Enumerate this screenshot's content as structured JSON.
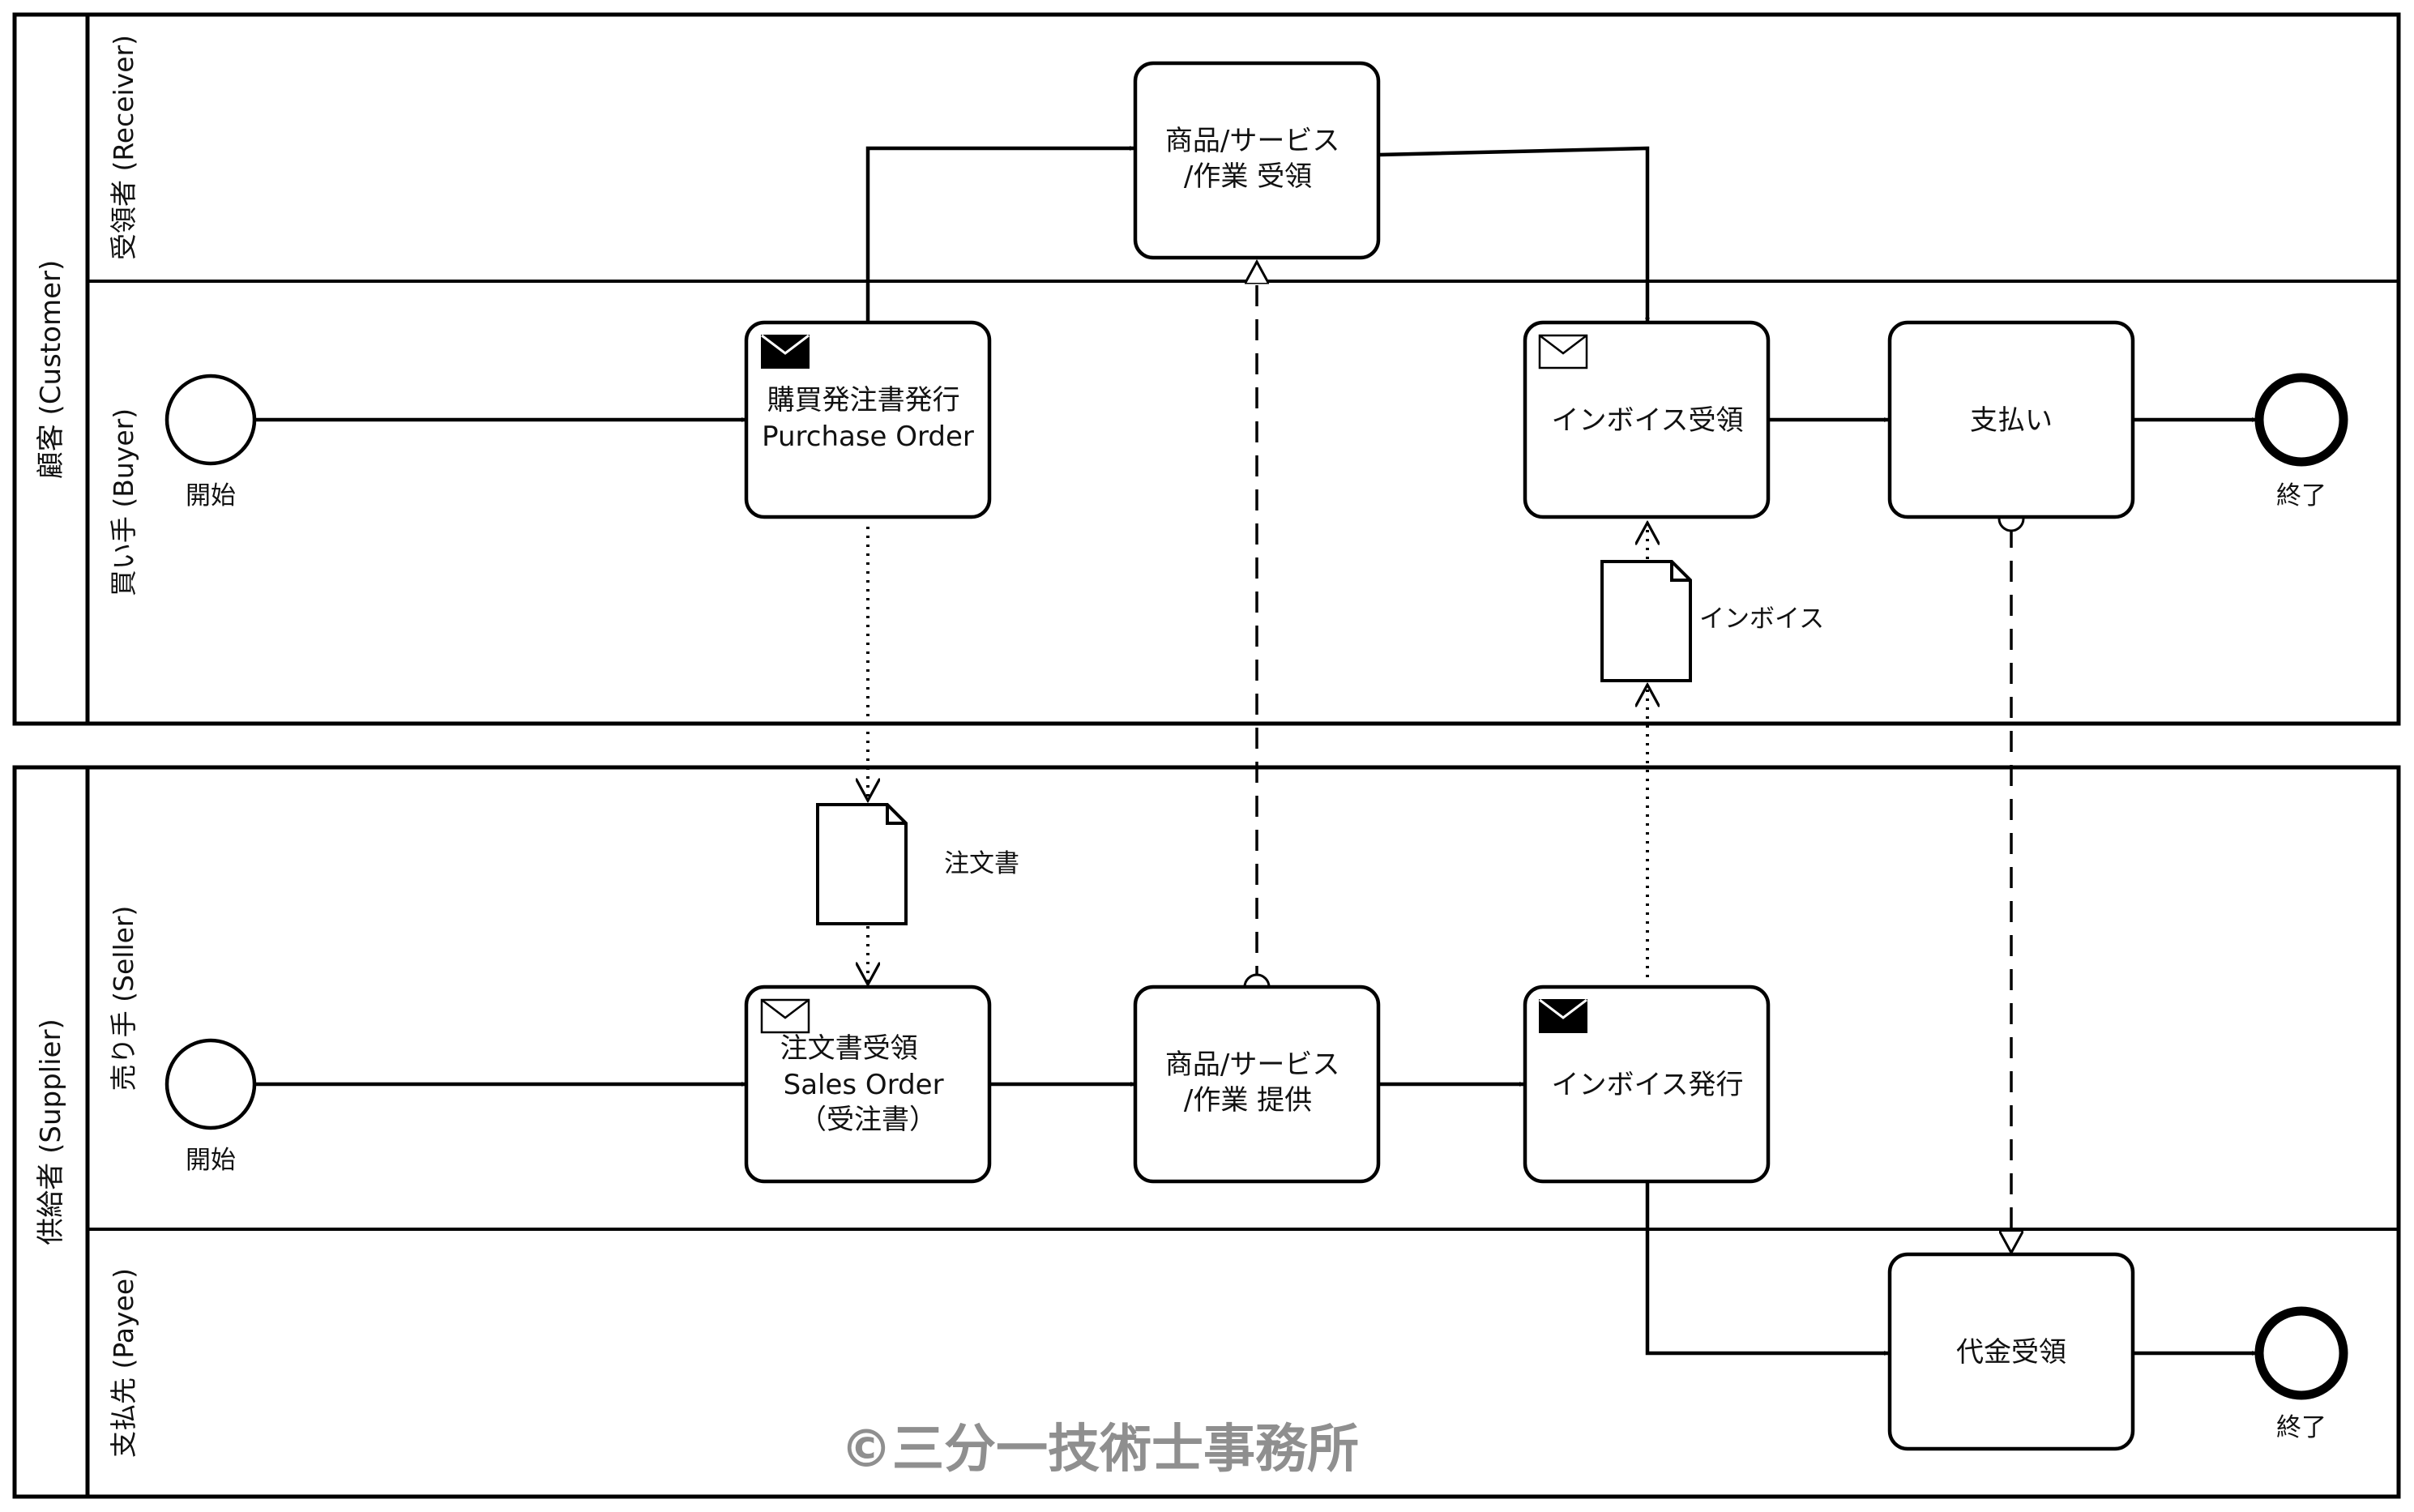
{
  "pools": [
    {
      "id": "customer",
      "label": "顧客 (Customer)",
      "lanes": [
        {
          "id": "receiver",
          "label": "受領者 (Receiver)"
        },
        {
          "id": "buyer",
          "label": "買い手 (Buyer)"
        }
      ]
    },
    {
      "id": "supplier",
      "label": "供給者 (Supplier)",
      "lanes": [
        {
          "id": "seller",
          "label": "売り手 (Seller)"
        },
        {
          "id": "payee",
          "label": "支払先 (Payee)"
        }
      ]
    }
  ],
  "tasks": {
    "receive_goods": {
      "lines": [
        "商品/サービス",
        "/作業 受領"
      ]
    },
    "issue_po": {
      "lines": [
        "購買発注書発行",
        "Purchase Order"
      ],
      "marker": "send-message"
    },
    "receive_invoice": {
      "lines": [
        "インボイス受領"
      ],
      "marker": "receive-message"
    },
    "payment": {
      "lines": [
        "支払い"
      ]
    },
    "receive_order": {
      "lines": [
        "注文書受領",
        "Sales Order",
        "（受注書）"
      ],
      "marker": "receive-message"
    },
    "provide_goods": {
      "lines": [
        "商品/サービス",
        "/作業 提供"
      ]
    },
    "issue_invoice": {
      "lines": [
        "インボイス発行"
      ],
      "marker": "send-message"
    },
    "receive_payment": {
      "lines": [
        "代金受領"
      ]
    }
  },
  "events": {
    "buyer_start": {
      "label": "開始",
      "kind": "start"
    },
    "buyer_end": {
      "label": "終了",
      "kind": "end"
    },
    "seller_start": {
      "label": "開始",
      "kind": "start"
    },
    "payee_end": {
      "label": "終了",
      "kind": "end"
    }
  },
  "data_objects": {
    "order_doc": {
      "label": "注文書"
    },
    "invoice_doc": {
      "label": "インボイス"
    }
  },
  "watermark": "©三分一技術士事務所"
}
